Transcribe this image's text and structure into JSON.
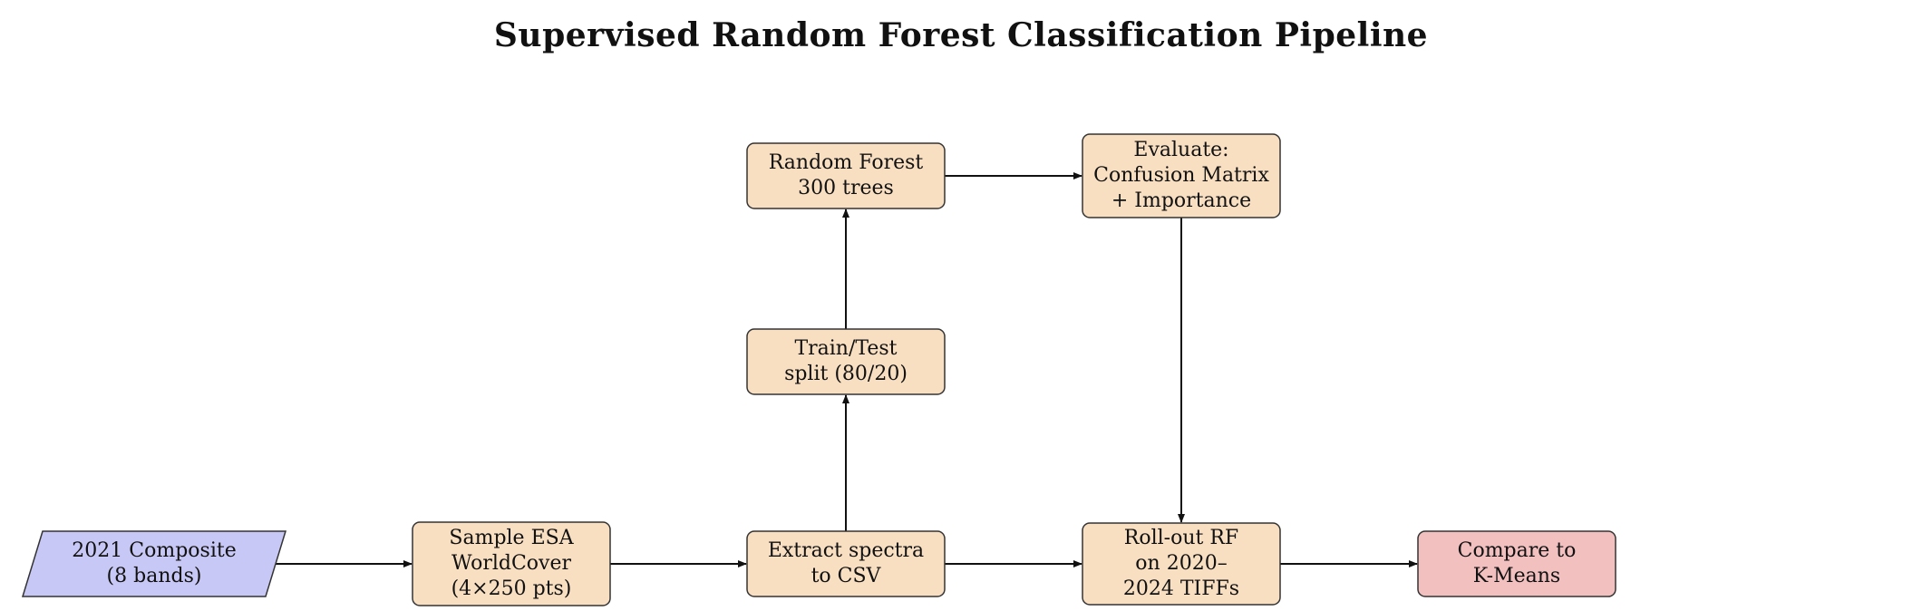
{
  "title": "Supervised Random Forest Classification Pipeline",
  "colors": {
    "process_fill": "#f9dfc2",
    "input_fill": "#c8c8f6",
    "output_fill": "#f3c0c0",
    "stroke": "#333333",
    "arrow": "#111111"
  },
  "nodes": {
    "composite": {
      "lines": [
        "2021 Composite",
        "(8 bands)"
      ],
      "shape": "parallelogram"
    },
    "sample": {
      "lines": [
        "Sample ESA",
        "WorldCover",
        "(4×250 pts)"
      ],
      "shape": "process"
    },
    "extract": {
      "lines": [
        "Extract spectra",
        "to CSV"
      ],
      "shape": "process"
    },
    "split": {
      "lines": [
        "Train/Test",
        "split (80/20)"
      ],
      "shape": "process"
    },
    "rf": {
      "lines": [
        "Random Forest",
        "300 trees"
      ],
      "shape": "process"
    },
    "evaluate": {
      "lines": [
        "Evaluate:",
        "Confusion Matrix",
        "+ Importance"
      ],
      "shape": "process"
    },
    "rollout": {
      "lines": [
        "Roll-out RF",
        "on 2020–",
        "2024 TIFFs"
      ],
      "shape": "process"
    },
    "compare": {
      "lines": [
        "Compare to",
        "K-Means"
      ],
      "shape": "output"
    }
  },
  "edges": [
    {
      "from": "composite",
      "to": "sample"
    },
    {
      "from": "sample",
      "to": "extract"
    },
    {
      "from": "extract",
      "to": "split"
    },
    {
      "from": "split",
      "to": "rf"
    },
    {
      "from": "rf",
      "to": "evaluate"
    },
    {
      "from": "evaluate",
      "to": "rollout"
    },
    {
      "from": "extract",
      "to": "rollout"
    },
    {
      "from": "rollout",
      "to": "compare"
    }
  ]
}
